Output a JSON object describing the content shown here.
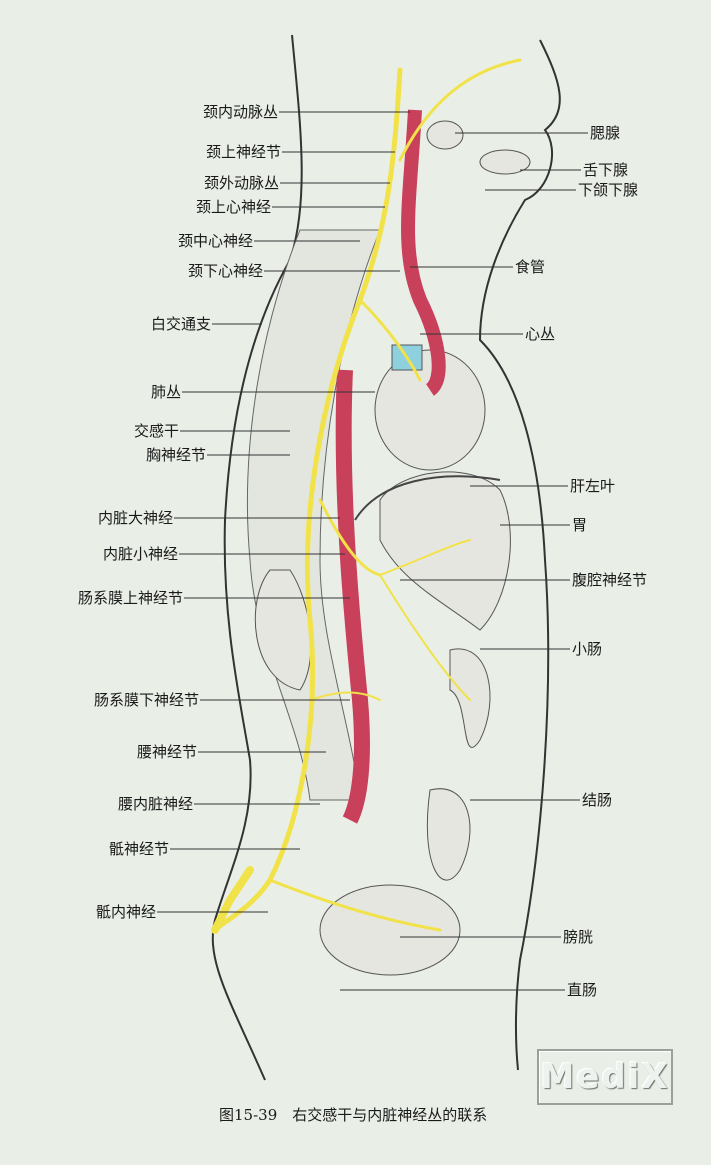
{
  "figure": {
    "caption": "图15-39　右交感干与内脏神经丛的联系",
    "watermark": "MediX",
    "left_labels": [
      "颈内动脉丛",
      "颈上神经节",
      "颈外动脉丛",
      "颈上心神经",
      "颈中心神经",
      "颈下心神经",
      "白交通支",
      "肺丛",
      "交感干",
      "胸神经节",
      "内脏大神经",
      "内脏小神经",
      "肠系膜上神经节",
      "肠系膜下神经节",
      "腰神经节",
      "腰内脏神经",
      "骶神经节",
      "骶内神经"
    ],
    "right_labels": [
      "腮腺",
      "舌下腺",
      "下颌下腺",
      "食管",
      "心丛",
      "肝左叶",
      "胃",
      "腹腔神经节",
      "小肠",
      "结肠",
      "膀胱",
      "直肠"
    ],
    "colors": {
      "nerve": "#f2e24a",
      "artery": "#c8405a",
      "background": "#e9efe7"
    }
  }
}
